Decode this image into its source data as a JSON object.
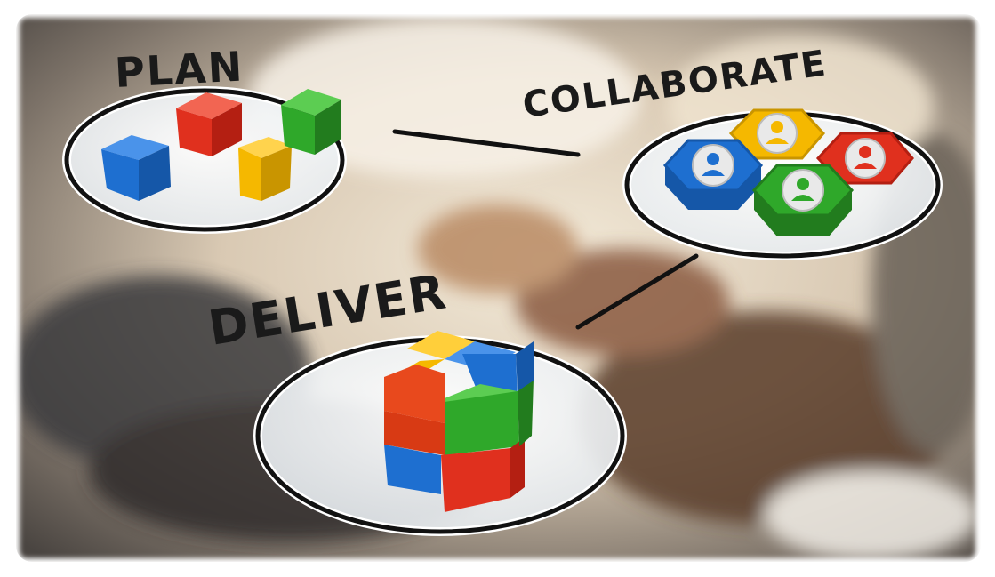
{
  "labels": {
    "plan": "PLAN",
    "collaborate": "COLLABORATE",
    "deliver": "DELIVER"
  },
  "colors": {
    "blue": "#1e6fd0",
    "red": "#e0301e",
    "yellow": "#f5b800",
    "green": "#2fa82a",
    "ink": "#111111"
  },
  "icons": [
    "person-icon-blue",
    "person-icon-yellow",
    "person-icon-red",
    "person-icon-green"
  ]
}
